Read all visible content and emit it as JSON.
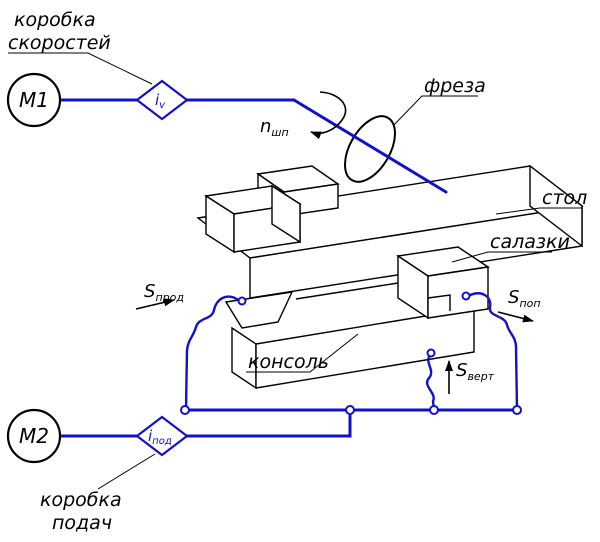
{
  "colors": {
    "chain_blue": "#1111cc",
    "ink": "#000000",
    "background": "#ffffff"
  },
  "motor1": {
    "label": "М1"
  },
  "motor2": {
    "label": "М2"
  },
  "gearbox_speed": {
    "line1": "коробка",
    "line2": "скоростей",
    "ratio_base": "i",
    "ratio_sub": "v"
  },
  "gearbox_feed": {
    "line1": "коробка",
    "line2": "подач",
    "ratio_base": "i",
    "ratio_sub": "под"
  },
  "spindle": {
    "base": "n",
    "sub": "шп"
  },
  "parts": {
    "cutter": "фреза",
    "table": "стол",
    "slide": "салазки",
    "console": "консоль"
  },
  "feeds": {
    "longitudinal": {
      "base": "S",
      "sub": "прод"
    },
    "cross": {
      "base": "S",
      "sub": "поп"
    },
    "vertical": {
      "base": "S",
      "sub": "верт"
    }
  }
}
